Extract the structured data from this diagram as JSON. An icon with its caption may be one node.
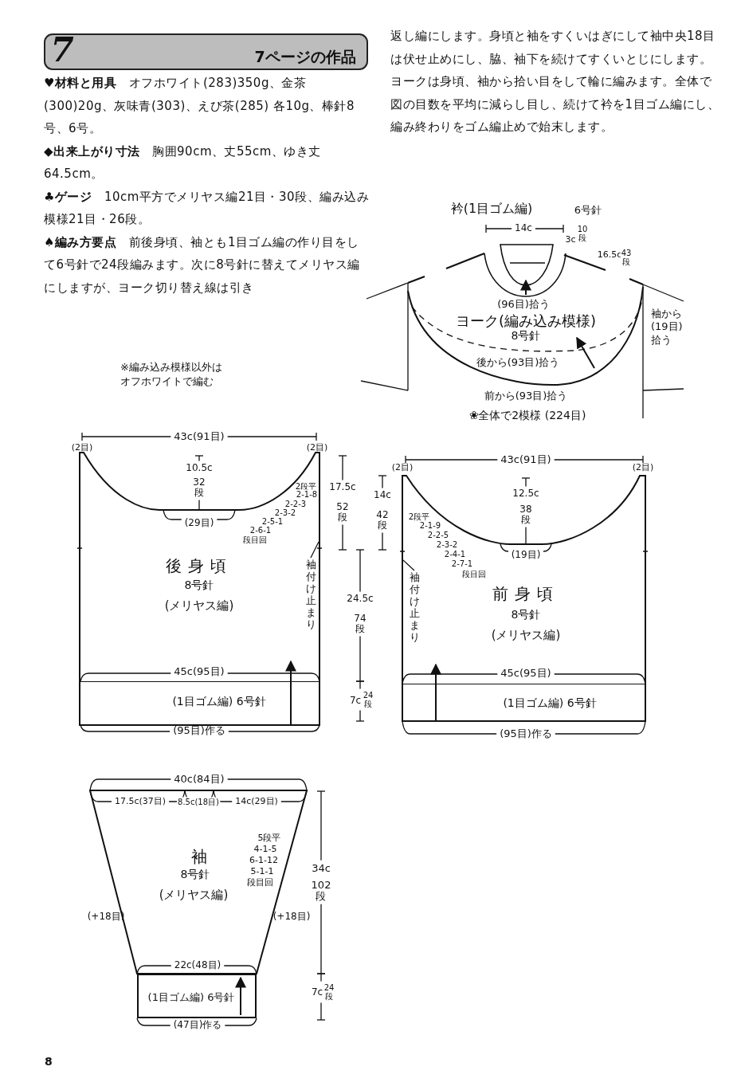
{
  "diagram": {
    "nodes": [
      {
        "text": [
          "後身頃",
          "8号針",
          "(メリヤス編)"
        ]
      },
      {
        "text": [
          "(1目ゴム編) 6号針"
        ],
        "in": 0
      },
      {
        "text": [
          "前身頃",
          "8号針",
          "(メリヤス編)"
        ]
      },
      {
        "text": [
          "(1目ゴム編) 6号針"
        ],
        "in": 2
      },
      {
        "text": [
          "袖",
          "8号針",
          "(メリヤス編)"
        ]
      },
      {
        "text": [
          "(1目ゴム編) 6号針"
        ]
      },
      {
        "text": [
          "ヨーク(編み込み模様)",
          "8号針"
        ]
      },
      {
        "text": [
          "袖付け止まり"
        ],
        "in": 0
      },
      {
        "text": [
          "袖付け止まり"
        ],
        "in": 2
      }
    ],
    "edges": [
      {
        "from": 7,
        "to": 0,
        "arrow": "none"
      },
      {
        "from": 8,
        "to": 2,
        "arrow": "none"
      }
    ],
    "labels": [
      "7",
      "7ページの作品",
      "**♥材料と用具**　オフホワイト(283)350g、金茶(300)20g、灰味青(303)、えび茶(285) 各10g、棒針8号、6号。",
      "**◆出来上がり寸法**　胸囲90cm、丈55cm、ゆき丈64.5cm。",
      "**♣ゲージ**　10cm平方でメリヤス編21目・30段、編み込み模様21目・26段。",
      "**♠編み方要点**　前後身頃、袖とも1目ゴム編の作り目をして6号針で24段編みます。次に8号針に替えてメリヤス編にしますが、ヨーク切り替え線は引き",
      "返し編にします。身頃と袖をすくいはぎにして袖中央18目は伏せ止めにし、脇、袖下を続けてすくいとじにします。ヨークは身頃、袖から拾い目をして輪に編みます。全体で図の目数を平均に減らし目し、続けて衿を1目ゴム編にし、編み終わりをゴム編止めで始末します。",
      "※編み込み模様以外はオフホワイトで編む",
      "衿(1目ゴム編)",
      "6号針",
      "14c",
      "3c",
      "10段",
      "16.5c",
      "43段",
      "(96目)拾う",
      "袖から(19目)拾う",
      "後から(93目)拾う",
      "前から(93目)拾う",
      "❀全体で2模様 (224目)",
      "43c(91目)",
      "(2目)",
      "(2目)",
      "10.5c",
      "32段",
      "2段平",
      "2-1-8",
      "2-2-3",
      "2-3-2",
      "2-5-1",
      "2-6-1",
      "段目回",
      "(29目)",
      "45c(95目)",
      "(95目)作る",
      "17.5c",
      "52段",
      "14c",
      "42段",
      "24.5c",
      "74段",
      "7c",
      "24段",
      "43c(91目)",
      "(2目)",
      "(2目)",
      "12.5c",
      "38段",
      "2段平",
      "2-1-9",
      "2-2-5",
      "2-3-2",
      "2-4-1",
      "2-7-1",
      "段目回",
      "(19目)",
      "45c(95目)",
      "(95目)作る",
      "40c(84目)",
      "17.5c(37目)",
      "8.5c(18目)",
      "14c(29目)",
      "5段平",
      "4-1-5",
      "6-1-12",
      "5-1-1",
      "段目回",
      "(+18目)",
      "(+18目)",
      "22c(48目)",
      "(47目)作る",
      "34c",
      "102段",
      "7c",
      "24段",
      "8"
    ]
  }
}
